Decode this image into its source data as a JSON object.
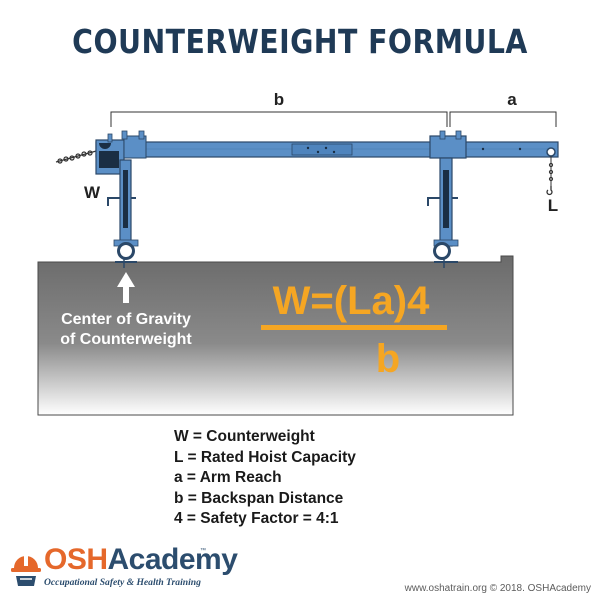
{
  "title": "COUNTERWEIGHT FORMULA",
  "dimensions": {
    "b": "b",
    "a": "a"
  },
  "labels": {
    "w": "W",
    "l": "L",
    "center_line1": "Center of Gravity",
    "center_line2": "of Counterweight"
  },
  "formula": {
    "numerator": "W=(La)4",
    "denominator": "b"
  },
  "legend": [
    "W = Counterweight",
    "L = Rated Hoist Capacity",
    "a = Arm Reach",
    "b = Backspan Distance",
    "4 = Safety Factor = 4:1"
  ],
  "brand": {
    "osh": "OSH",
    "academy": "Academy",
    "tagline": "Occupational Safety & Health Training",
    "trademark": "™"
  },
  "footer": "www.oshatrain.org © 2018. OSHAcademy",
  "colors": {
    "title": "#1f3a56",
    "beam": "#5b8fc6",
    "beam_outline": "#2b4868",
    "formula": "#f5a623",
    "roof_top": "#6b6b6b",
    "roof_bottom": "#ffffff",
    "brand_orange": "#e5682b",
    "brand_blue": "#2c4d6e"
  }
}
